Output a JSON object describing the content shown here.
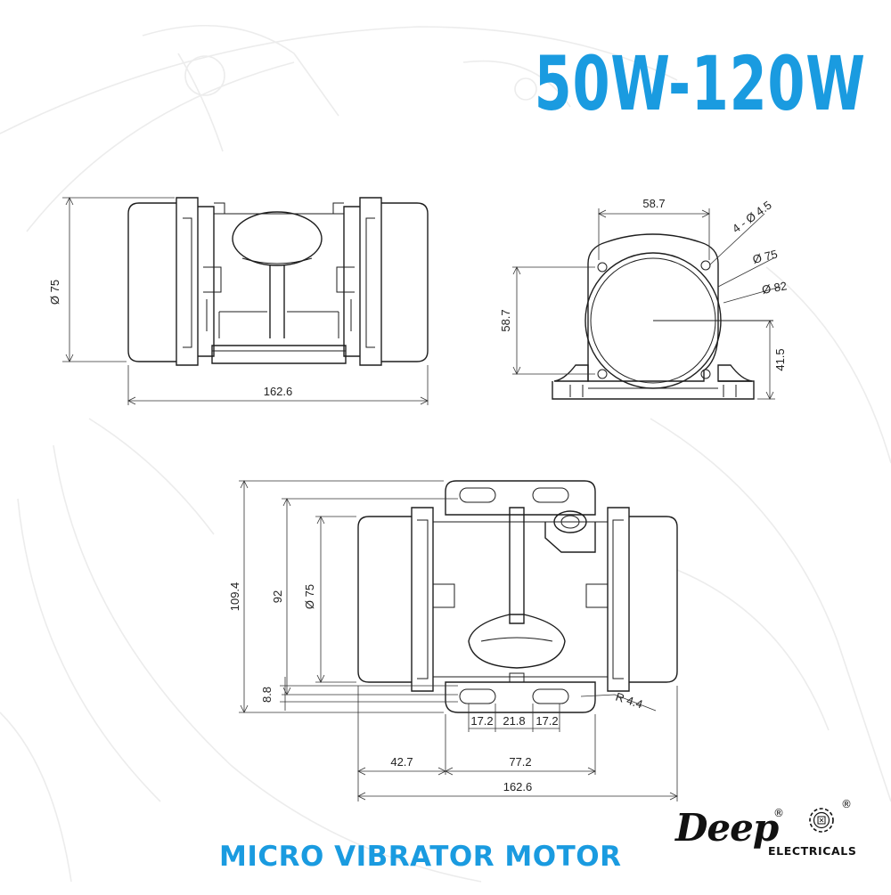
{
  "heading": "50W-120W",
  "product_name": "MICRO VIBRATOR MOTOR",
  "brand": {
    "logo_text": "Deep",
    "registered_mark": "®",
    "sub_text": "ELECTRICALS"
  },
  "dimensions": {
    "side_view": {
      "diameter": "Ø 75",
      "length": "162.6"
    },
    "end_view": {
      "width": "58.7",
      "height": "58.7",
      "holes": "4 - Ø 4.5",
      "dia_inner": "Ø 75",
      "dia_outer": "Ø 82",
      "center_height": "41.5"
    },
    "top_view": {
      "overall_width": "109.4",
      "hole_spacing": "92",
      "diameter": "Ø 75",
      "foot_offset": "8.8",
      "slot_a": "17.2",
      "slot_gap": "21.8",
      "slot_b": "17.2",
      "radius": "R 4.4",
      "offset_left": "42.7",
      "base_length": "77.2",
      "length": "162.6"
    }
  },
  "colors": {
    "accent": "#1a9be0",
    "line": "#1e1e1e"
  }
}
